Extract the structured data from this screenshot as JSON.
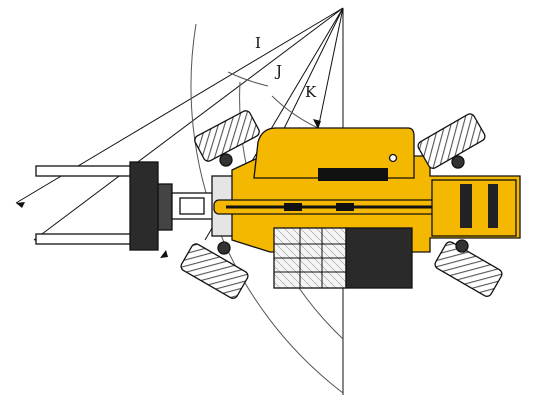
{
  "diagram": {
    "labels": {
      "i": "I",
      "j": "J",
      "k": "K"
    },
    "colors": {
      "body": "#F5B800",
      "outline": "#111111",
      "dark": "#222222",
      "tread": "#9A9A9A",
      "background": "#FFFFFF"
    },
    "icons": [
      "wheel-icon",
      "fork-icon",
      "cab-icon",
      "counterweight-icon"
    ]
  }
}
